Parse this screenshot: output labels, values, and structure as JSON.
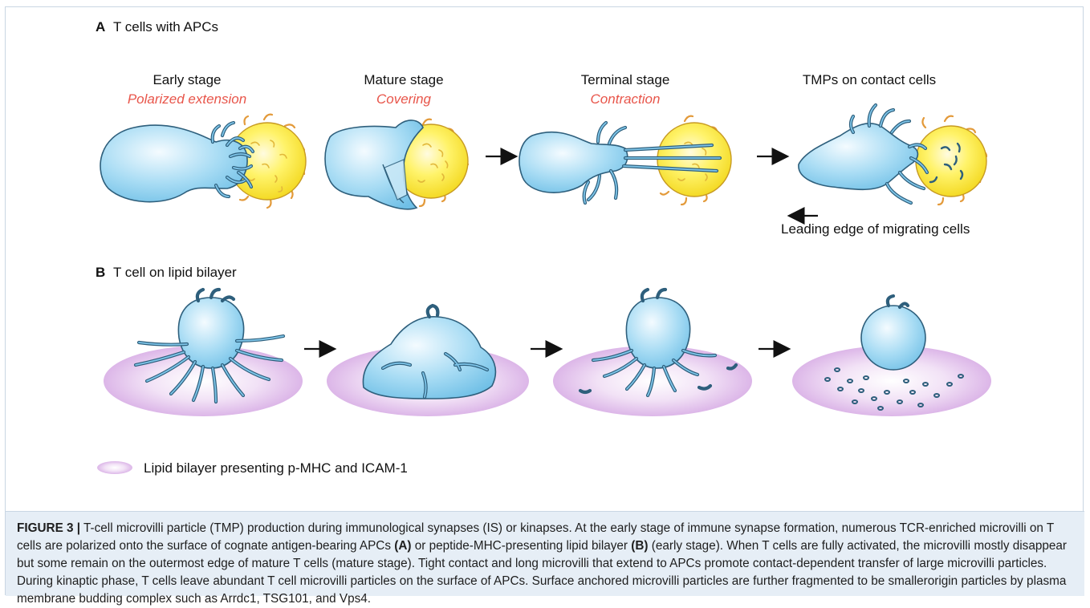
{
  "panel_a": {
    "letter": "A",
    "title": "T cells with APCs",
    "stages": [
      {
        "title": "Early stage",
        "subtitle": "Polarized extension"
      },
      {
        "title": "Mature stage",
        "subtitle": "Covering"
      },
      {
        "title": "Terminal stage",
        "subtitle": "Contraction"
      },
      {
        "title": "TMPs on contact cells",
        "subtitle": ""
      }
    ],
    "migration_label": "Leading edge of migrating cells"
  },
  "panel_b": {
    "letter": "B",
    "title": "T cell on lipid bilayer"
  },
  "legend": {
    "label": "Lipid bilayer presenting p-MHC and ICAM-1"
  },
  "caption": {
    "lead": "FIGURE 3 |",
    "part1": " T-cell microvilli particle (TMP) production during immunological synapses (IS) or kinapses. At the early stage of immune synapse formation, numerous TCR-enriched microvilli on T cells are polarized onto the surface of cognate antigen-bearing APCs ",
    "ref_a": "(A)",
    "part2": " or peptide-MHC-presenting lipid bilayer ",
    "ref_b": "(B)",
    "part3": " (early stage). When T cells are fully activated, the microvilli mostly disappear but some remain on the outermost edge of mature T cells (mature stage). Tight contact and long microvilli that extend to APCs promote contact-dependent transfer of large microvilli particles. During kinaptic phase, T cells leave abundant T cell microvilli particles on the surface of APCs. Surface anchored microvilli particles are further fragmented to be smallerorigin particles by plasma membrane budding complex such as Arrdc1, TSG101, and Vps4."
  },
  "colors": {
    "t_cell": "#8fd0f0",
    "apc": "#f6e43a",
    "bilayer": "#e6c8ee",
    "accent_text": "#e8554a"
  }
}
